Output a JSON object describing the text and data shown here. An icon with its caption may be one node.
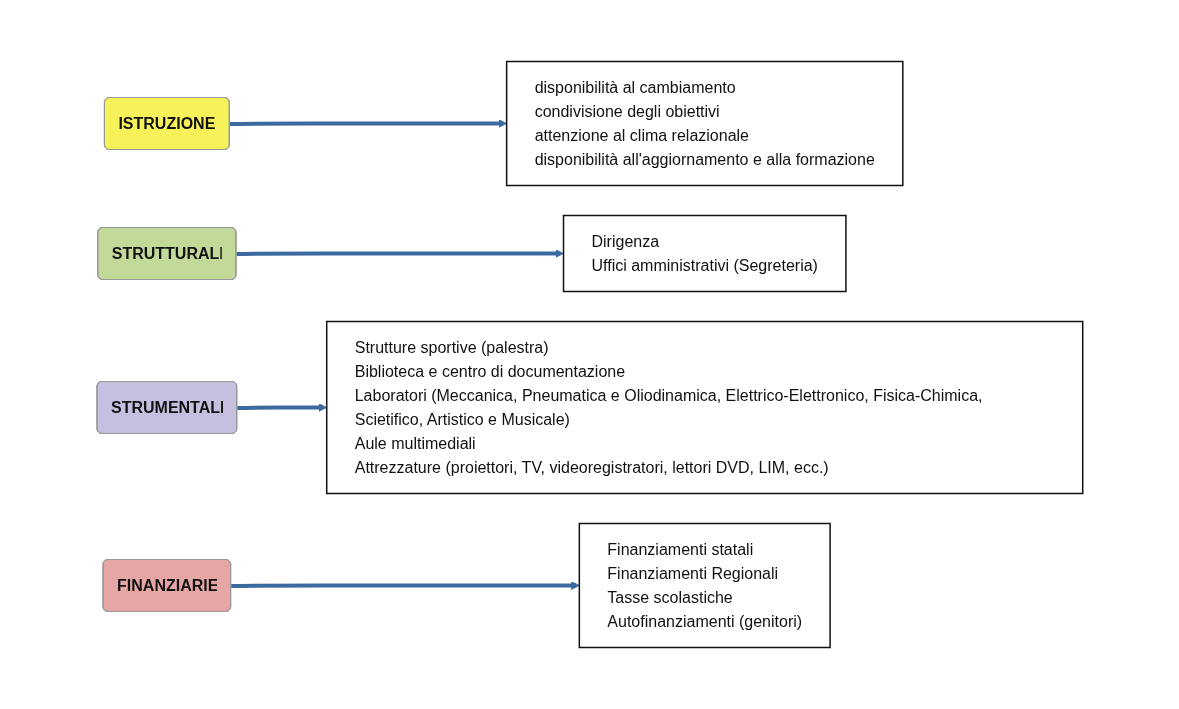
{
  "diagram": {
    "nodes": [
      {
        "text": [
          "ISTRUZIONE"
        ]
      },
      {
        "text": [
          "disponibilità al cambiamento",
          "condivisione degli obiettivi",
          "attenzione al clima relazionale",
          "disponibilità all'aggiornamento e alla formazione"
        ]
      },
      {
        "text": [
          "STRUTTURALI"
        ]
      },
      {
        "text": [
          "Dirigenza",
          "Uffici amministrativi (Segreteria)"
        ]
      },
      {
        "text": [
          "STRUMENTALI"
        ]
      },
      {
        "text": [
          "Strutture sportive (palestra)",
          "Biblioteca e centro di documentazione",
          "Laboratori (Meccanica, Pneumatica e Oliodinamica, Elettrico-Elettronico, Fisica-Chimica, Scietifico, Artistico e Musicale)",
          "Aule multimediali",
          "Attrezzature (proiettori, TV, videoregistratori, lettori DVD, LIM, ecc.)"
        ]
      },
      {
        "text": [
          "FINANZIARIE"
        ]
      },
      {
        "text": [
          "Finanziamenti statali",
          "Finanziamenti Regionali",
          "Tasse scolastiche",
          "Autofinanziamenti (genitori)"
        ]
      }
    ],
    "edges": [
      {
        "from": 0,
        "to": 1,
        "arrow": "to"
      },
      {
        "from": 2,
        "to": 3,
        "arrow": "to"
      },
      {
        "from": 4,
        "to": 5,
        "arrow": "to"
      },
      {
        "from": 6,
        "to": 7,
        "arrow": "to"
      }
    ]
  }
}
